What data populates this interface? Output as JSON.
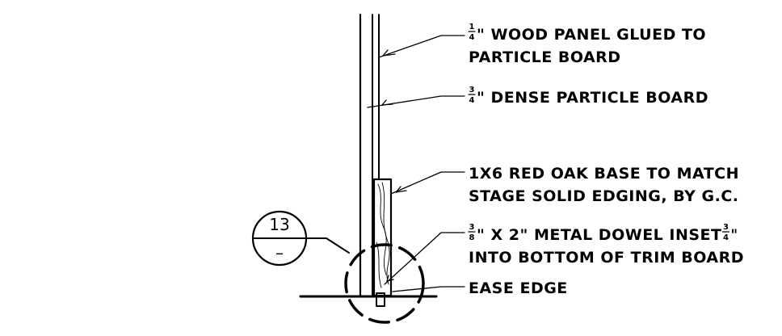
{
  "callouts": [
    {
      "line1_fraction": {
        "num": "1",
        "den": "4"
      },
      "line1_text": "\" WOOD PANEL GLUED TO",
      "line2_text": "PARTICLE BOARD"
    },
    {
      "line1_fraction": {
        "num": "3",
        "den": "4"
      },
      "line1_text": "\" DENSE PARTICLE BOARD"
    },
    {
      "line1_text": "1X6 RED OAK BASE TO MATCH",
      "line2_text": "STAGE SOLID EDGING, BY G.C."
    },
    {
      "line1_fraction": {
        "num": "3",
        "den": "8"
      },
      "line1_text": "\" X 2\" METAL DOWEL INSET ",
      "line1_end_fraction": {
        "num": "3",
        "den": "4"
      },
      "line1_end_text": "\"",
      "line2_text": "INTO BOTTOM OF TRIM BOARD"
    },
    {
      "line1_text": "EASE EDGE"
    }
  ],
  "detail_bubble": {
    "number": "13",
    "sheet": "–"
  }
}
